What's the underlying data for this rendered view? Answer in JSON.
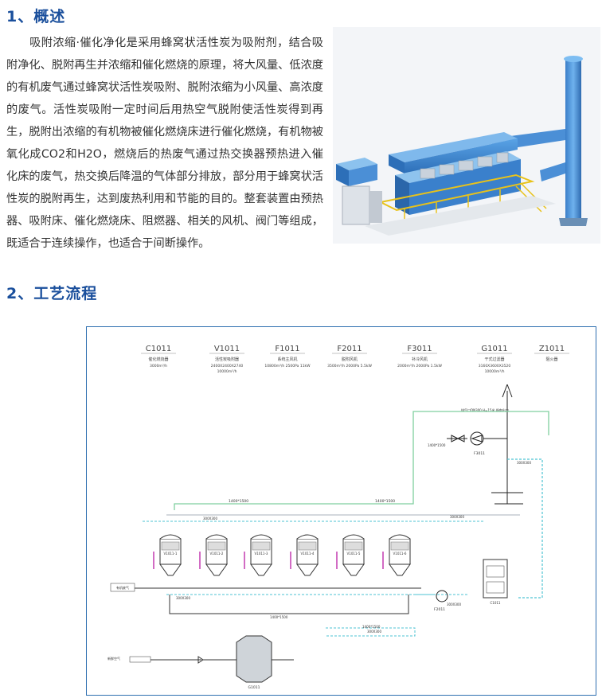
{
  "section1": {
    "heading": "1、概述",
    "paragraph": "　　吸附浓缩·催化净化是采用蜂窝状活性炭为吸附剂，结合吸附净化、脱附再生并浓缩和催化燃烧的原理，将大风量、低浓度的有机废气通过蜂窝状活性炭吸附、脱附浓缩为小风量、高浓度的废气。活性炭吸附一定时间后用热空气脱附使活性炭得到再生，脱附出浓缩的有机物被催化燃烧床进行催化燃烧，有机物被氧化成CO2和H2O，燃烧后的热废气通过热交换器预热进入催化床的废气，热交换后降温的气体部分排放，部分用于蜂窝状活性炭的脱附再生，达到废热利用和节能的目的。整套装置由预热器、吸附床、催化燃烧床、阻燃器、相关的风机、阀门等组成，既适合于连续操作，也适合于间断操作。"
  },
  "section2": {
    "heading": "2、工艺流程"
  },
  "diagram": {
    "equipment": [
      {
        "tag": "C1011",
        "name": "催化燃烧器",
        "spec1": "3000m³/h",
        "spec2": ""
      },
      {
        "tag": "V1011",
        "name": "活性炭吸附器",
        "spec1": "2400X2400X2740",
        "spec2": "10000m³/h"
      },
      {
        "tag": "F1011",
        "name": "系统主风机",
        "spec1": "10800m³/h 2500Pa 11kW",
        "spec2": ""
      },
      {
        "tag": "F2011",
        "name": "脱附风机",
        "spec1": "3500m³/h 2000Pa 5.5kW",
        "spec2": ""
      },
      {
        "tag": "F3011",
        "name": "补冷风机",
        "spec1": "2000m³/h 2000Pa 1.5kW",
        "spec2": ""
      },
      {
        "tag": "G1011",
        "name": "干式过滤器",
        "spec1": "3160X3600X3520",
        "spec2": "10000m³/h"
      },
      {
        "tag": "Z1011",
        "name": "阻火器",
        "spec1": "",
        "spec2": ""
      }
    ],
    "adsorbers": [
      "V1011-1",
      "V1011-2",
      "V1011-3",
      "V1011-4",
      "V1011-5",
      "V1011-6"
    ],
    "inlet_label": "有机废气",
    "air_label": "新鲜空气",
    "filter_label": "G1011",
    "fan_f3011": "F3011",
    "fan_f2011": "F2011",
    "catalytic": "C1011",
    "pipe_top": "1400*1500",
    "pipe_bottom": "1400*1500",
    "pipe_desorb": "300X300",
    "pipe_small": "300X300",
    "pipe_branch": "300X300",
    "pipe_f3011": "1400*1500",
    "chimney_note": "排气口DN300 H=15米 烟囱出口",
    "fan_f1011_label": "F1011"
  }
}
